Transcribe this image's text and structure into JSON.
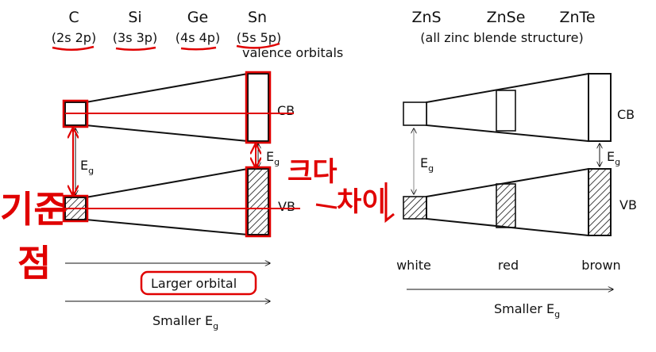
{
  "left": {
    "elements": [
      {
        "symbol": "C",
        "orbitals": "(2s 2p)"
      },
      {
        "symbol": "Si",
        "orbitals": "(3s 3p)"
      },
      {
        "symbol": "Ge",
        "orbitals": "(4s 4p)"
      },
      {
        "symbol": "Sn",
        "orbitals": "(5s 5p)"
      }
    ],
    "valence_label": "valence orbitals",
    "cb": "CB",
    "vb": "VB",
    "eg_main": "E",
    "eg_sub": "g",
    "arrow1_label": "Larger orbital",
    "arrow2_main": "Smaller E",
    "arrow2_sub": "g"
  },
  "right": {
    "compounds": [
      "ZnS",
      "ZnSe",
      "ZnTe"
    ],
    "structure_note": "(all zinc blende structure)",
    "cb": "CB",
    "vb": "VB",
    "eg_main": "E",
    "eg_sub": "g",
    "colors": [
      "white",
      "red",
      "brown"
    ],
    "arrow_main": "Smaller E",
    "arrow_sub": "g"
  },
  "annotations": {
    "left_vertical": [
      "기준",
      "점"
    ],
    "right_phrase": [
      "크다",
      "차이"
    ]
  },
  "colors": {
    "ink": "#111111",
    "annotation": "#e00000"
  }
}
